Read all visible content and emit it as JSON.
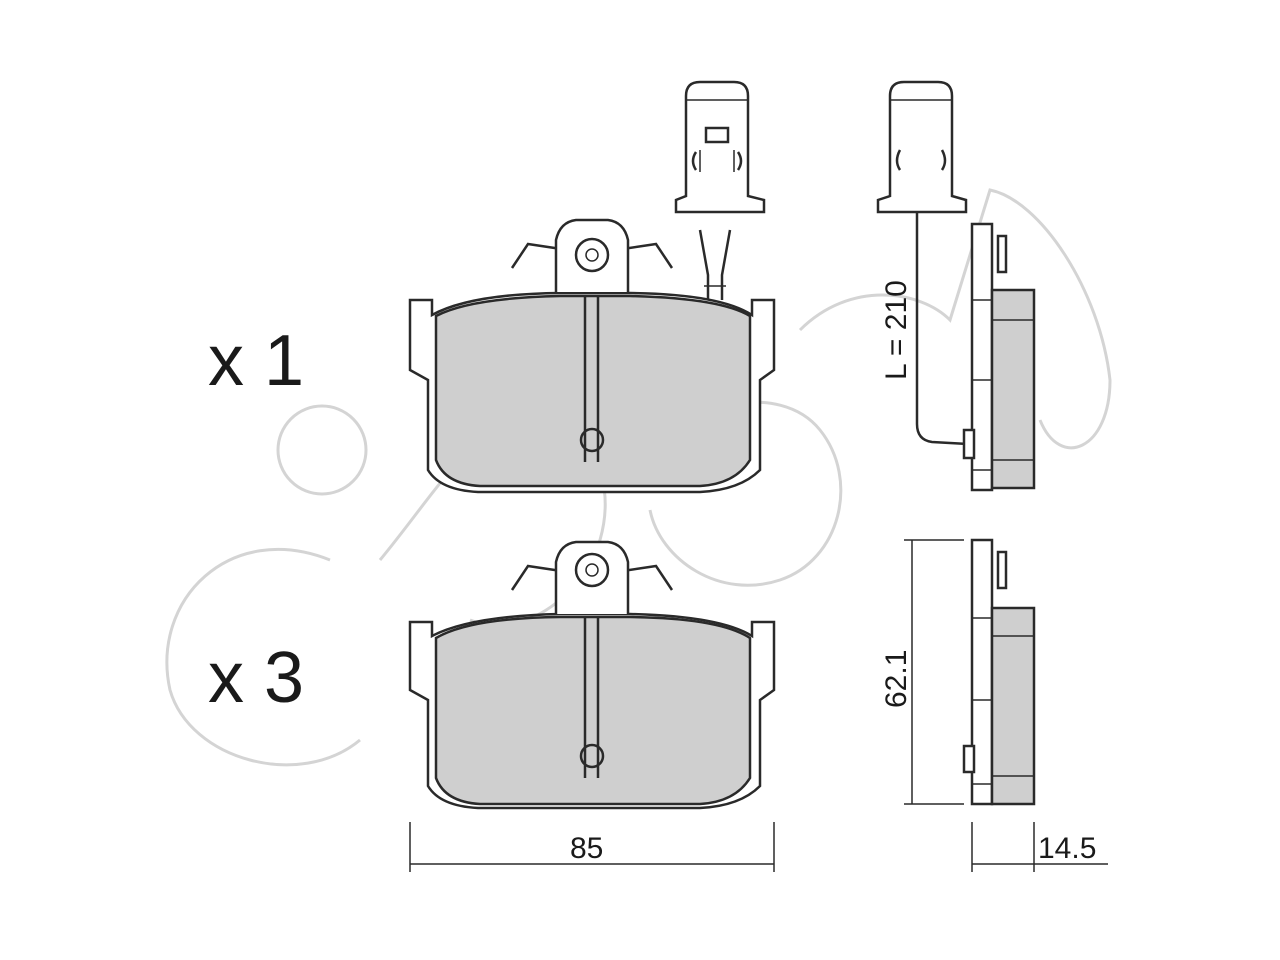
{
  "watermark": {
    "brand": "cifam",
    "color": "#d4d4d4"
  },
  "labels": {
    "qty_sensor": "x 1",
    "qty_plain": "x 3",
    "wire_length": "L = 210",
    "width": "85",
    "height": "62.1",
    "thickness": "14.5"
  },
  "colors": {
    "friction": "#cfcfcf",
    "outline": "#2a2a2a"
  }
}
